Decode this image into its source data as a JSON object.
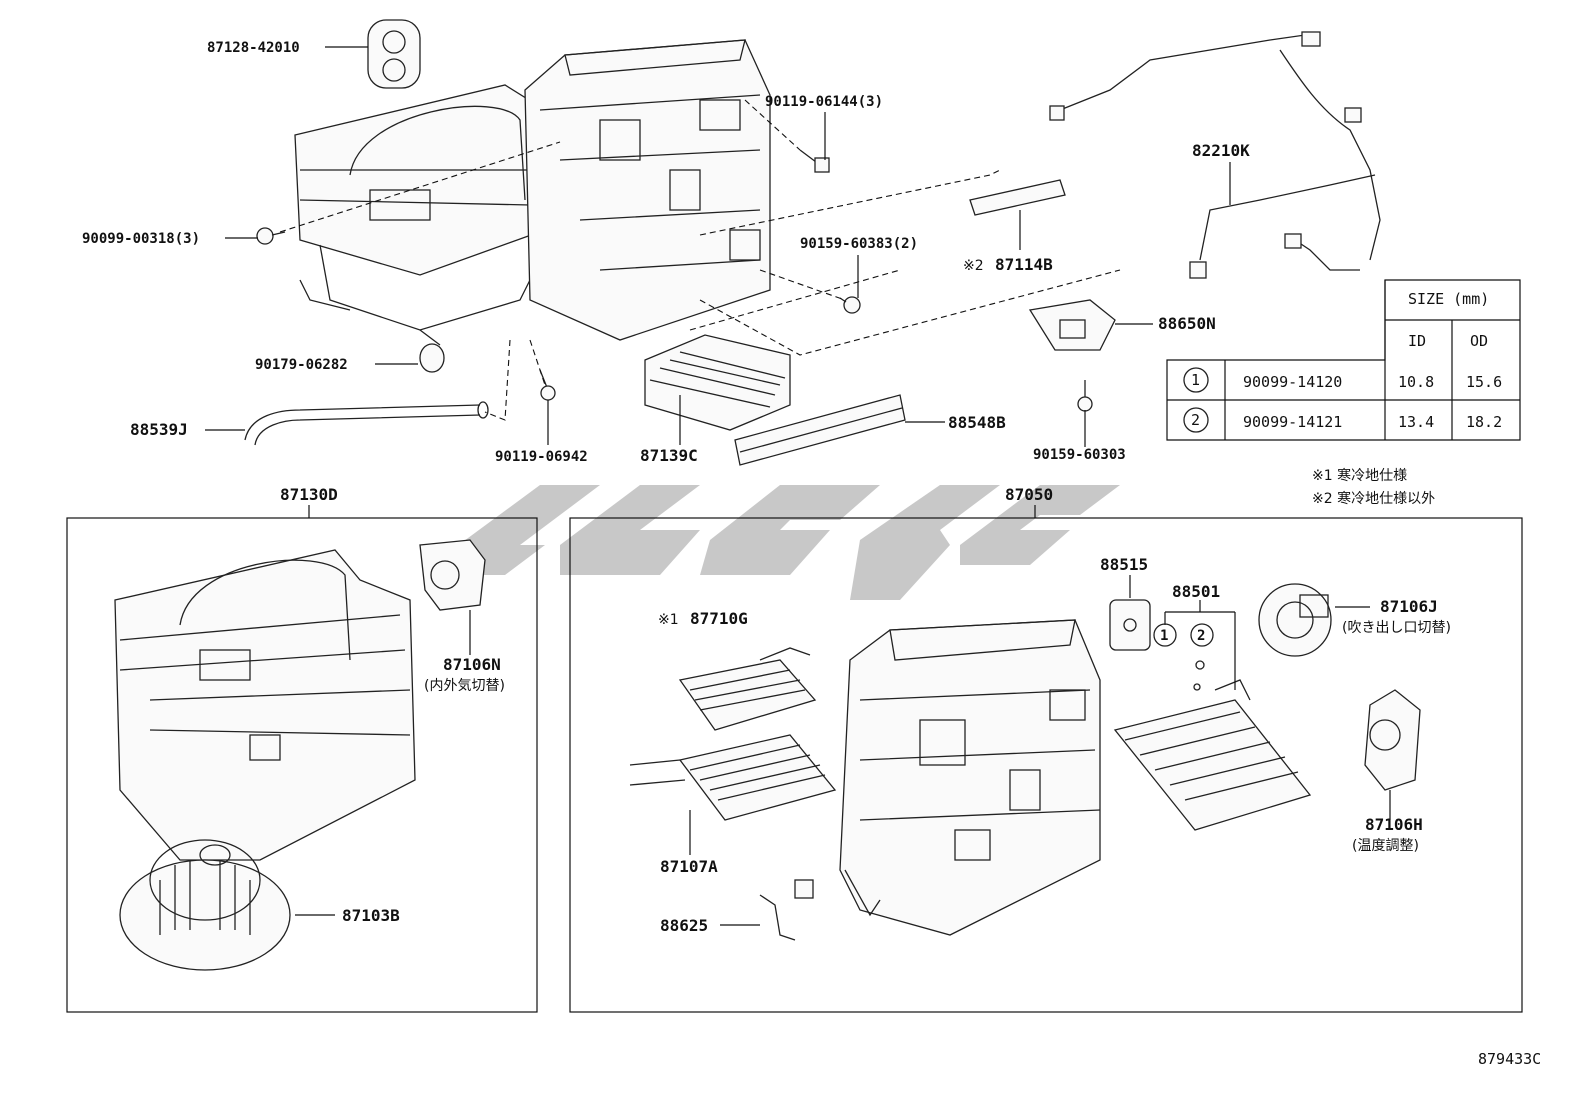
{
  "diagram_code": "879433C",
  "callouts": {
    "p87128": "87128-42010",
    "p90119_06144": "90119-06144(3)",
    "p82210K": "82210K",
    "p90099_00318": "90099-00318(3)",
    "p90159_60383": "90159-60383(2)",
    "p87114B_mark": "※2",
    "p87114B": "87114B",
    "p88650N": "88650N",
    "p90179": "90179-06282",
    "p88539J": "88539J",
    "p90119_06942": "90119-06942",
    "p87139C": "87139C",
    "p88548B": "88548B",
    "p90159_60303": "90159-60303",
    "p87130D": "87130D",
    "p87050": "87050",
    "p87106N": "87106N",
    "p87106N_note": "(内外気切替)",
    "p88515": "88515",
    "p88501": "88501",
    "p87106J": "87106J",
    "p87106J_note": "(吹き出し口切替)",
    "p87710G_mark": "※1",
    "p87710G": "87710G",
    "p87106H": "87106H",
    "p87106H_note": "(温度調整)",
    "p87107A": "87107A",
    "p88625": "88625",
    "p87103B": "87103B",
    "circle1": "1",
    "circle2": "2"
  },
  "notes": {
    "n1": "※1 寒冷地仕様",
    "n2": "※2 寒冷地仕様以外"
  },
  "size_table": {
    "title": "SIZE (mm)",
    "col_id": "ID",
    "col_od": "OD",
    "rows": [
      {
        "mark": "1",
        "part": "90099-14120",
        "id": "10.8",
        "od": "15.6"
      },
      {
        "mark": "2",
        "part": "90099-14121",
        "id": "13.4",
        "od": "18.2"
      }
    ]
  }
}
